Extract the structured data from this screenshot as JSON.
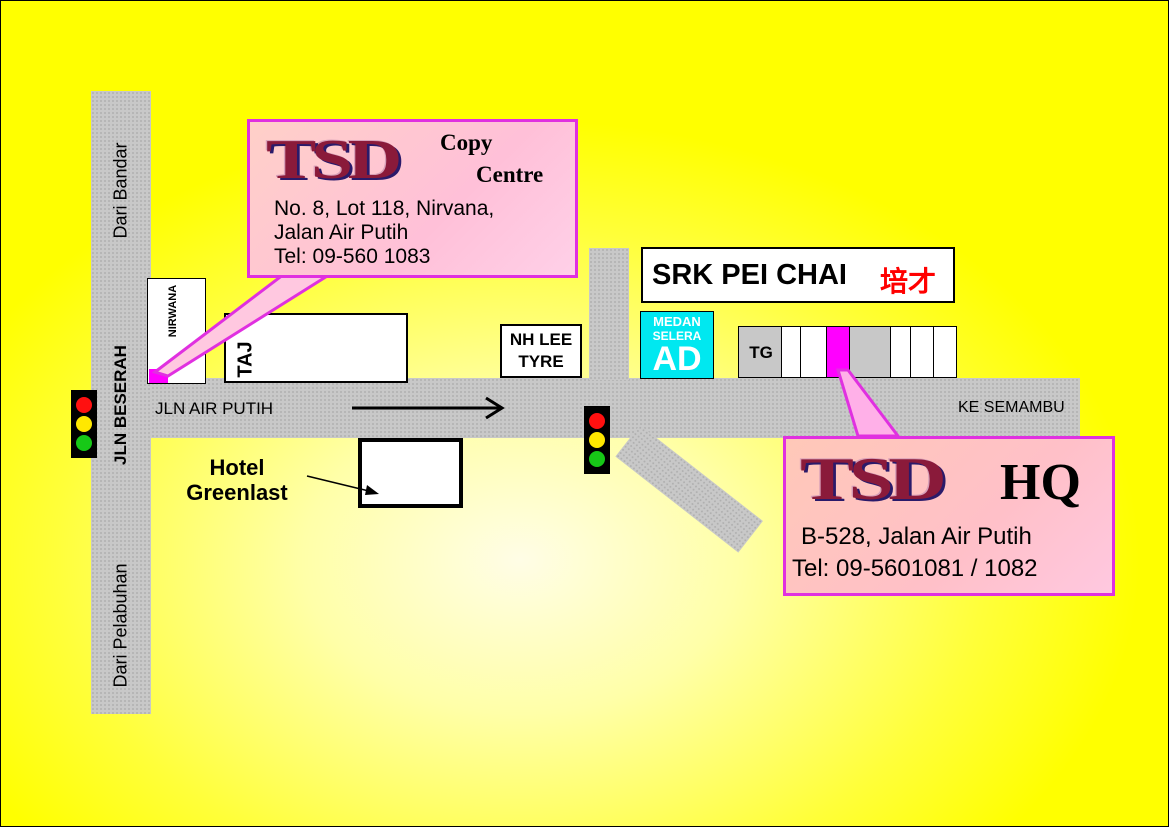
{
  "roads": {
    "jln_beserah": "JLN BESERAH",
    "dari_bandar": "Dari Bandar",
    "dari_pelabuhan": "Dari Pelabuhan",
    "jln_air_putih": "JLN AIR PUTIH",
    "ke_semambu": "KE SEMAMBU"
  },
  "landmarks": {
    "nirwana": "NIRWANA",
    "taj": "TAJ",
    "nh_lee_tyre_line1": "NH LEE",
    "nh_lee_tyre_line2": "TYRE",
    "medan_selera_line1": "MEDAN",
    "medan_selera_line2": "SELERA",
    "medan_selera_ad": "AD",
    "tg": "TG",
    "srk_pei_chai": "SRK PEI CHAI",
    "srk_pei_chai_chinese": "培才",
    "hotel_line1": "Hotel",
    "hotel_line2": "Greenlast"
  },
  "copy_centre": {
    "logo": "TSD",
    "title_line1": "Copy",
    "title_line2": "Centre",
    "address_line1": "No. 8, Lot 118, Nirvana,",
    "address_line2": "Jalan Air Putih",
    "tel": "Tel: 09-560 1083"
  },
  "hq": {
    "logo": "TSD",
    "title": "HQ",
    "address": "B-528, Jalan Air Putih",
    "tel": "Tel: 09-5601081 / 1082"
  },
  "colors": {
    "background": "#ffff00",
    "callout_border": "#e030e0",
    "marker": "#ff00ff",
    "medan_selera": "#00e8f0",
    "chinese_text": "#ff0000"
  }
}
